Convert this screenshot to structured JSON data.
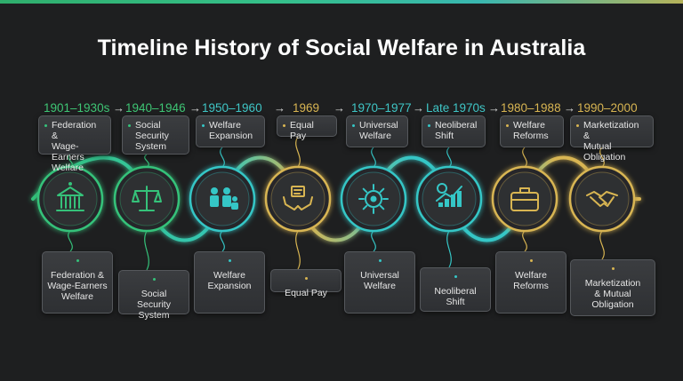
{
  "title": "Timeline History of Social Welfare in Australia",
  "eras": [
    {
      "label": "1901–1930s",
      "color": "#3ec574"
    },
    {
      "label": "1940–1946",
      "color": "#3ec574"
    },
    {
      "label": "1950–1960",
      "color": "#3fc6c6"
    },
    {
      "label": "1969",
      "color": "#d8b552"
    },
    {
      "label": "1970–1977",
      "color": "#3fc6c6"
    },
    {
      "label": "Late 1970s",
      "color": "#3fc6c6"
    },
    {
      "label": "1980–1988",
      "color": "#d8b552"
    },
    {
      "label": "1990–2000",
      "color": "#d8b552"
    }
  ],
  "arrow": "→",
  "stages": [
    {
      "label": "Federation & Wage-Earners Welfare",
      "icon": "government-building-icon",
      "color": "#35c27a"
    },
    {
      "label": "Social Security System",
      "icon": "scales-icon",
      "color": "#35c27a"
    },
    {
      "label": "Welfare Expansion",
      "icon": "family-icon",
      "color": "#35c6c6"
    },
    {
      "label": "Equal Pay",
      "icon": "hands-document-icon",
      "color": "#d8b552"
    },
    {
      "label": "Universal Welfare",
      "icon": "gear-network-icon",
      "color": "#35c6c6"
    },
    {
      "label": "Neoliberal Shift",
      "icon": "growth-chart-icon",
      "color": "#35c6c6"
    },
    {
      "label": "Welfare Reforms",
      "icon": "briefcase-icon",
      "color": "#d8b552"
    },
    {
      "label": "Marketization & Mutual Obligation",
      "icon": "handshake-icon",
      "color": "#d8b552"
    }
  ],
  "top_labels": [
    [
      "Federation &",
      "Wage-Earners",
      "Welfare"
    ],
    [
      "Social",
      "Security",
      "System"
    ],
    [
      "Welfare",
      "Expansion"
    ],
    [
      "Equal Pay"
    ],
    [
      "Universal",
      "Welfare"
    ],
    [
      "Neoliberal",
      "Shift"
    ],
    [
      "Welfare",
      "Reforms"
    ],
    [
      "Marketization &",
      "Mutual Obligation"
    ]
  ],
  "bottom_labels": [
    [
      "Federation &",
      "Wage-Earners",
      "Welfare"
    ],
    [
      "Social",
      "Security",
      "System"
    ],
    [
      "Welfare",
      "Expansion"
    ],
    [
      "Equal Pay"
    ],
    [
      "Universal",
      "Welfare"
    ],
    [
      "Neoliberal",
      "Shift"
    ],
    [
      "Welfare",
      "Reforms"
    ],
    [
      "Marketization",
      "& Mutual",
      "Obligation"
    ]
  ]
}
